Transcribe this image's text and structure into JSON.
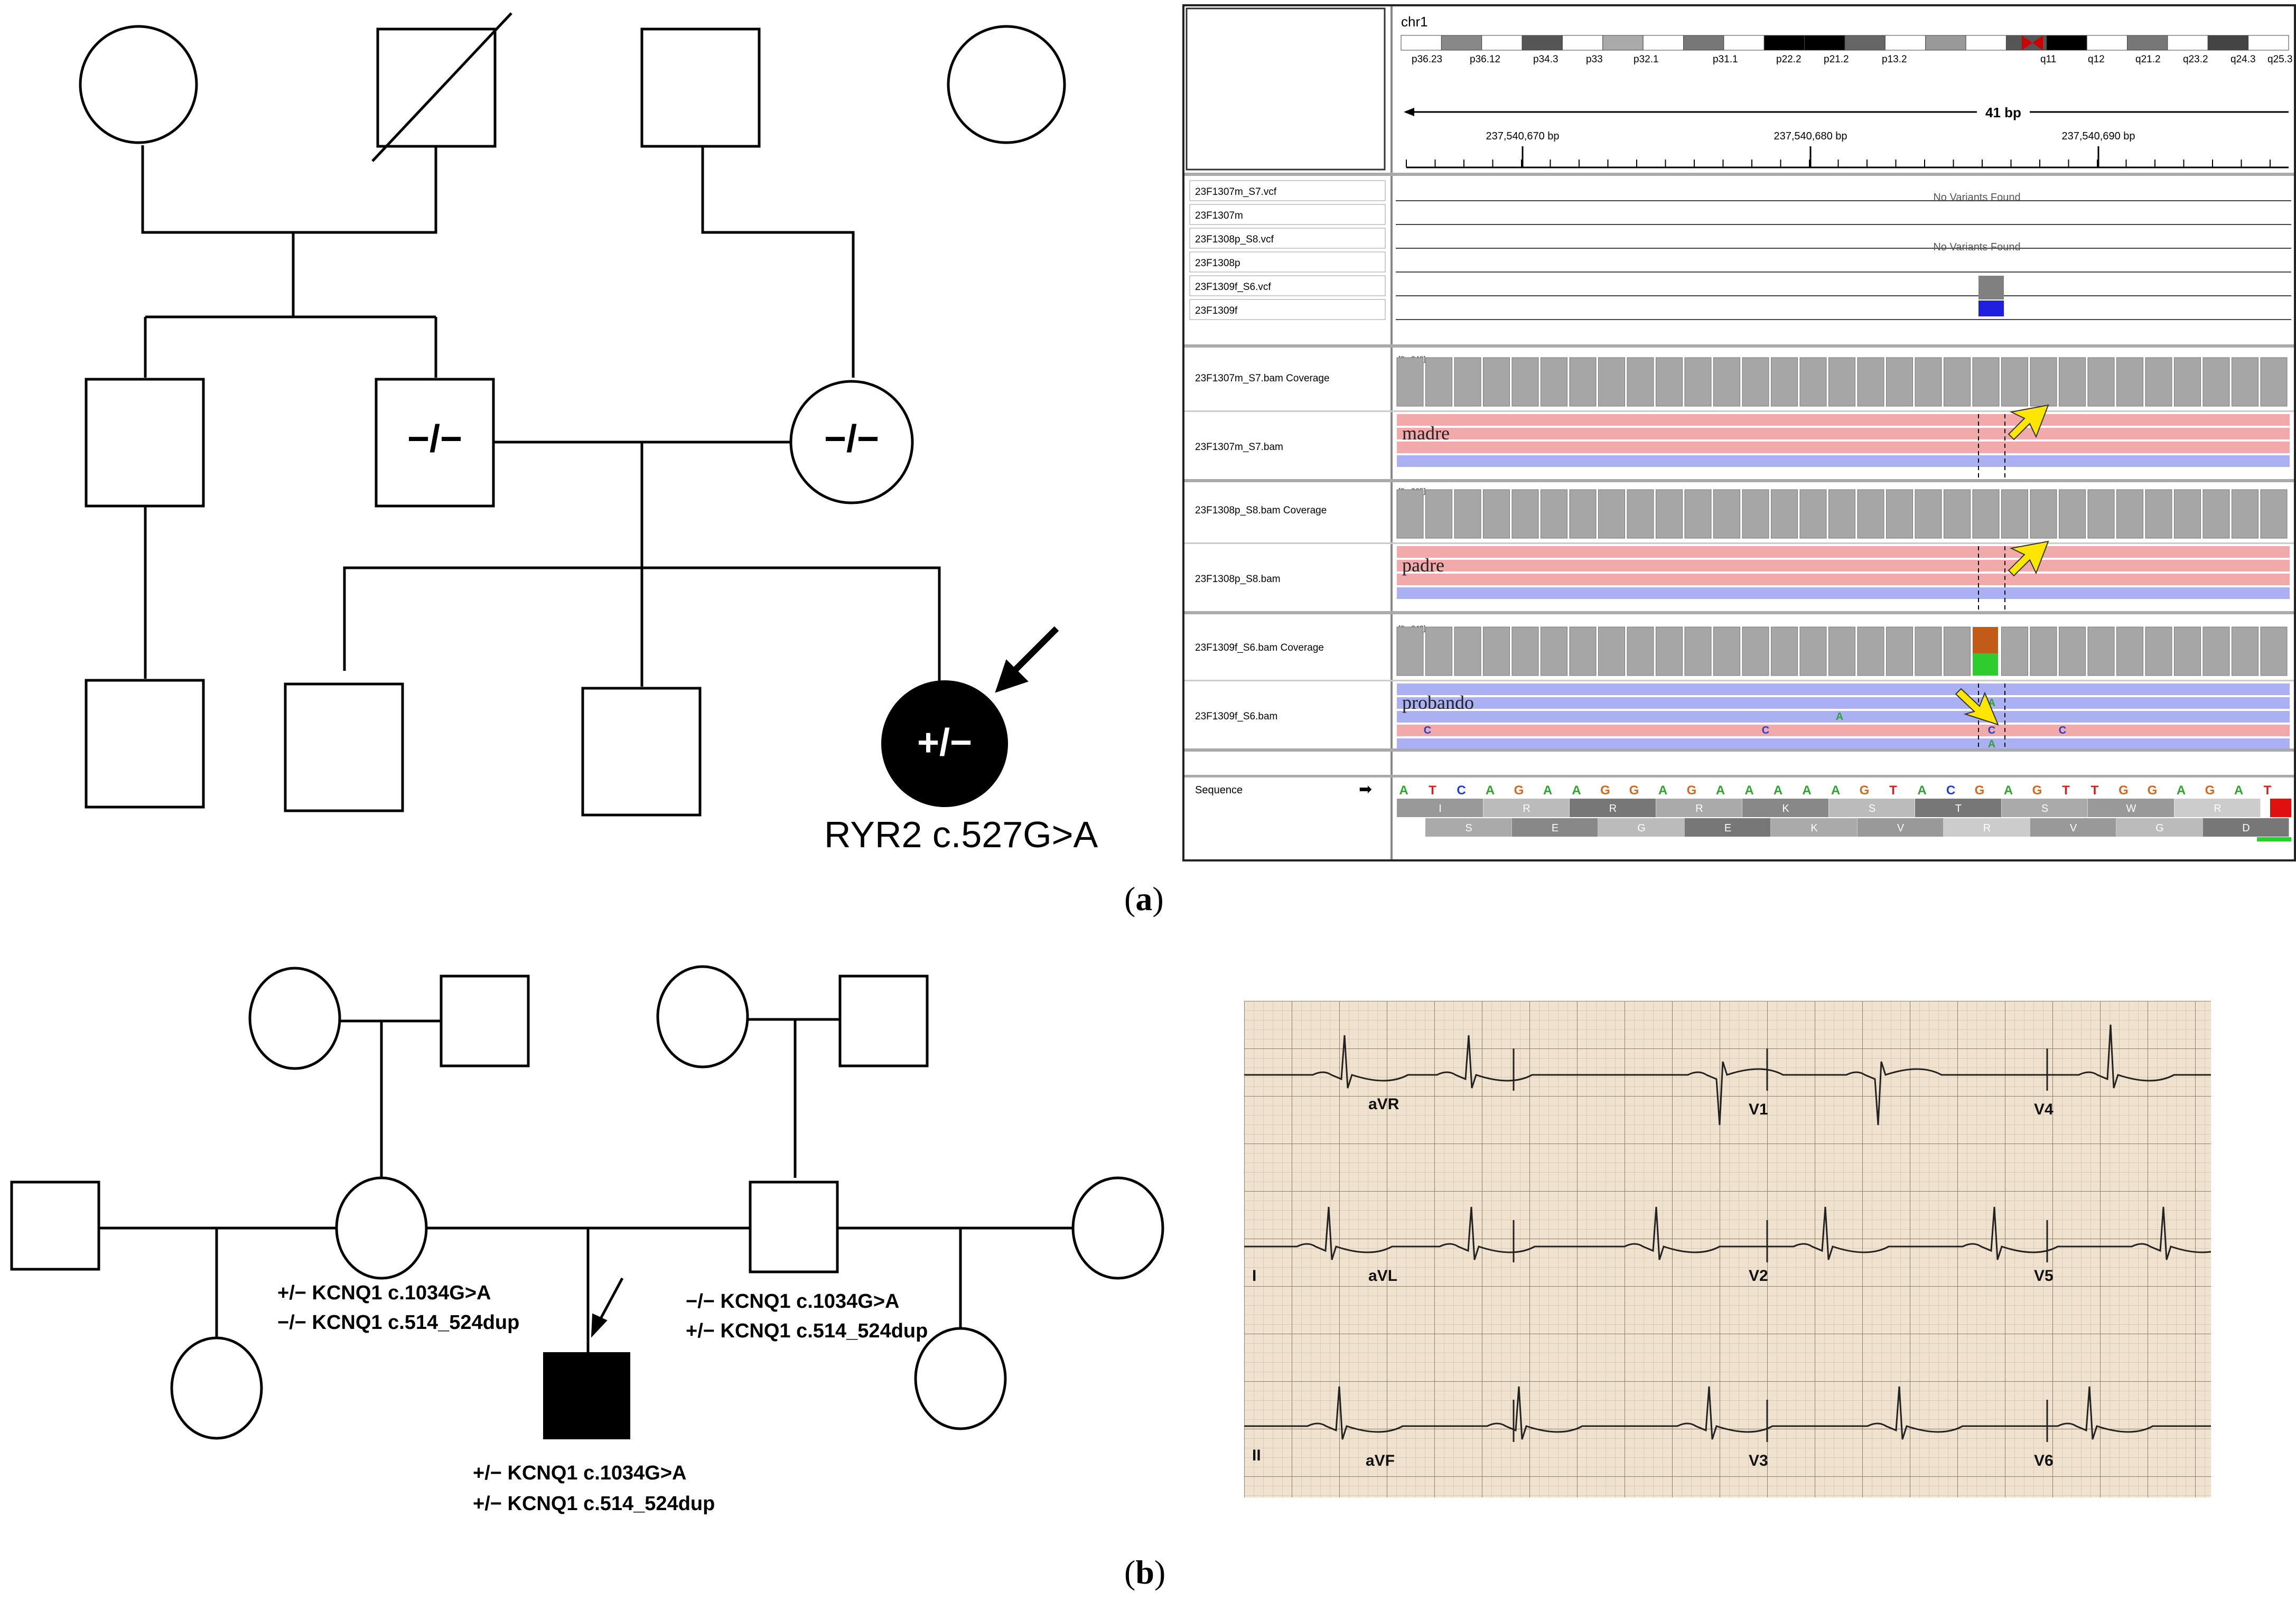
{
  "panel_a": {
    "label": "a",
    "pedigree": {
      "genotype_grandfather": "−/−",
      "genotype_grandmother": "−/−",
      "genotype_proband": "+/−",
      "variant": "RYR2 c.527G>A"
    },
    "igv": {
      "chromosome": "chr1",
      "cytobands": [
        "p36.23",
        "p36.12",
        "p34.3",
        "p33",
        "p32.1",
        "p31.1",
        "p22.2",
        "p21.2",
        "p13.2",
        "q11",
        "q12",
        "q21.2",
        "q23.2",
        "q24.3",
        "q25.3"
      ],
      "span": "41 bp",
      "ticks": [
        "237,540,670 bp",
        "237,540,680 bp",
        "237,540,690 bp"
      ],
      "vcf_tracks": [
        "23F1307m_S7.vcf",
        "23F1307m",
        "23F1308p_S8.vcf",
        "23F1308p",
        "23F1309f_S6.vcf",
        "23F1309f"
      ],
      "no_variants": "No Variants Found",
      "bam_tracks": [
        {
          "coverage": "23F1307m_S7.bam Coverage",
          "range": "[0 - 340]",
          "bam": "23F1307m_S7.bam",
          "tag": "madre"
        },
        {
          "coverage": "23F1308p_S8.bam Coverage",
          "range": "[0 - 365]",
          "bam": "23F1308p_S8.bam",
          "tag": "padre"
        },
        {
          "coverage": "23F1309f_S6.bam Coverage",
          "range": "[0 - 342]",
          "bam": "23F1309f_S6.bam",
          "tag": "probando"
        }
      ],
      "sequence_label": "Sequence",
      "sequence": [
        "A",
        "T",
        "C",
        "A",
        "G",
        "A",
        "A",
        "G",
        "G",
        "A",
        "G",
        "A",
        "A",
        "A",
        "A",
        "A",
        "G",
        "T",
        "A",
        "C",
        "G",
        "A",
        "G",
        "T",
        "T",
        "G",
        "G",
        "A",
        "G",
        "A",
        "T"
      ],
      "translation_top": [
        "I",
        "R",
        "R",
        "R",
        "K",
        "S",
        "T",
        "S",
        "W",
        "R"
      ],
      "translation_bottom": [
        "S",
        "E",
        "G",
        "E",
        "K",
        "V",
        "R",
        "V",
        "G",
        "D"
      ],
      "read_bases": {
        "A": "A",
        "C": "C"
      },
      "colors": {
        "A": "#2fa52f",
        "C": "#1f3fd1",
        "G": "#d2691e",
        "T": "#d22020"
      }
    }
  },
  "panel_b": {
    "label": "b",
    "genotypes": {
      "mother": [
        "+/−  KCNQ1 c.1034G>A",
        "−/−  KCNQ1 c.514_524dup"
      ],
      "father": [
        "−/−  KCNQ1 c.1034G>A",
        "+/−  KCNQ1 c.514_524dup"
      ],
      "proband": [
        "+/−  KCNQ1 c.1034G>A",
        "+/−  KCNQ1 c.514_524dup"
      ]
    },
    "ecg_leads": [
      "aVR",
      "V1",
      "V4",
      "I",
      "aVL",
      "V2",
      "V5",
      "II",
      "aVF",
      "V3",
      "V6"
    ]
  }
}
